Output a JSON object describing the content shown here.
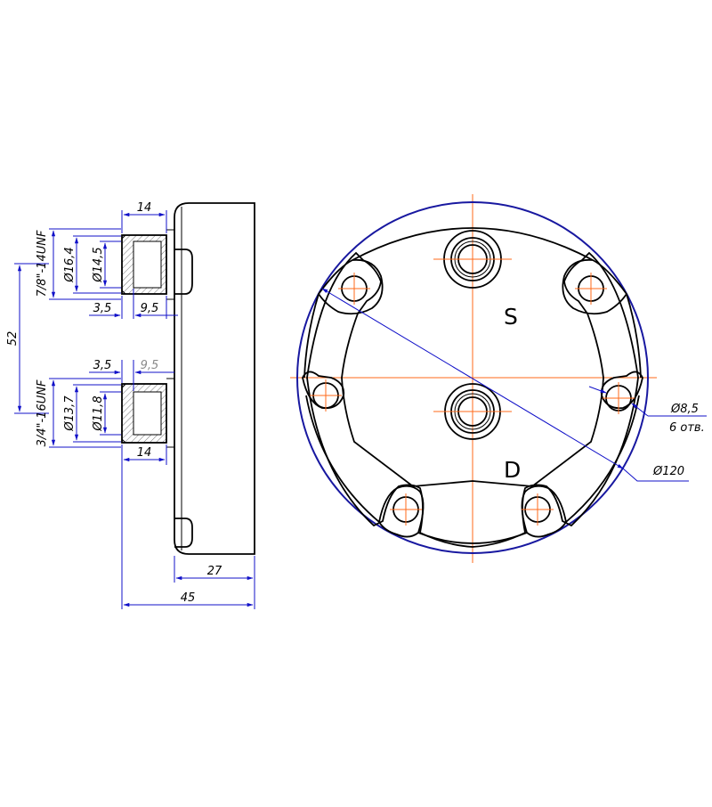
{
  "side_view": {
    "upper_port": {
      "thread": "7/8\"-14UNF",
      "dia_outer": "Ø16,4",
      "dia_inner": "Ø14,5",
      "depth": "14",
      "offset_a": "3,5",
      "offset_b": "9,5"
    },
    "lower_port": {
      "thread": "3/4\"-16UNF",
      "dia_outer": "Ø13,7",
      "dia_inner": "Ø11,8",
      "depth": "14",
      "offset_a": "3,5",
      "offset_b": "9,5"
    },
    "port_spacing": "52",
    "plate_thickness": "27",
    "overall_length": "45"
  },
  "front_view": {
    "port_suction": "S",
    "port_discharge": "D",
    "hole_diameter": "Ø8,5",
    "hole_count": "6 отв.",
    "outer_diameter": "Ø120"
  },
  "colors": {
    "outline": "#000000",
    "dimension": "#1010c8",
    "centerline": "#ff6a1a",
    "hatch": "#777777"
  }
}
